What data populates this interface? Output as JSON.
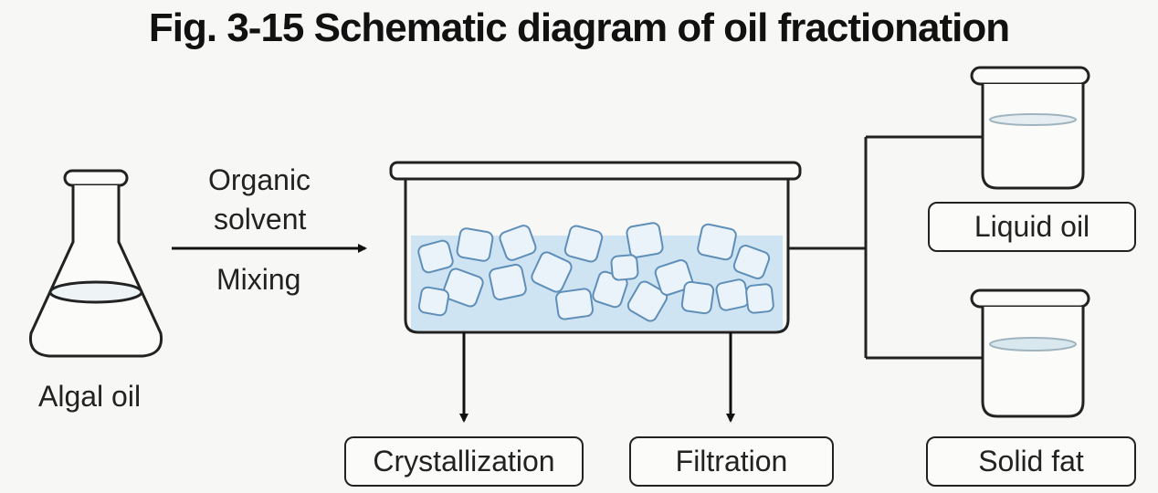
{
  "title": "Fig. 3-15 Schematic diagram of oil fractionation",
  "labels": {
    "algal_oil": "Algal oil",
    "organic": "Organic",
    "solvent": "solvent",
    "mixing": "Mixing"
  },
  "boxes": {
    "crystallization": "Crystallization",
    "filtration": "Filtration",
    "liquid_oil": "Liquid oil",
    "solid_fat": "Solid fat"
  },
  "colors": {
    "line": "#222222",
    "liquid": "#cfe4f3",
    "crystal": "#b7d5ec",
    "oil": "#d7e6ee"
  }
}
